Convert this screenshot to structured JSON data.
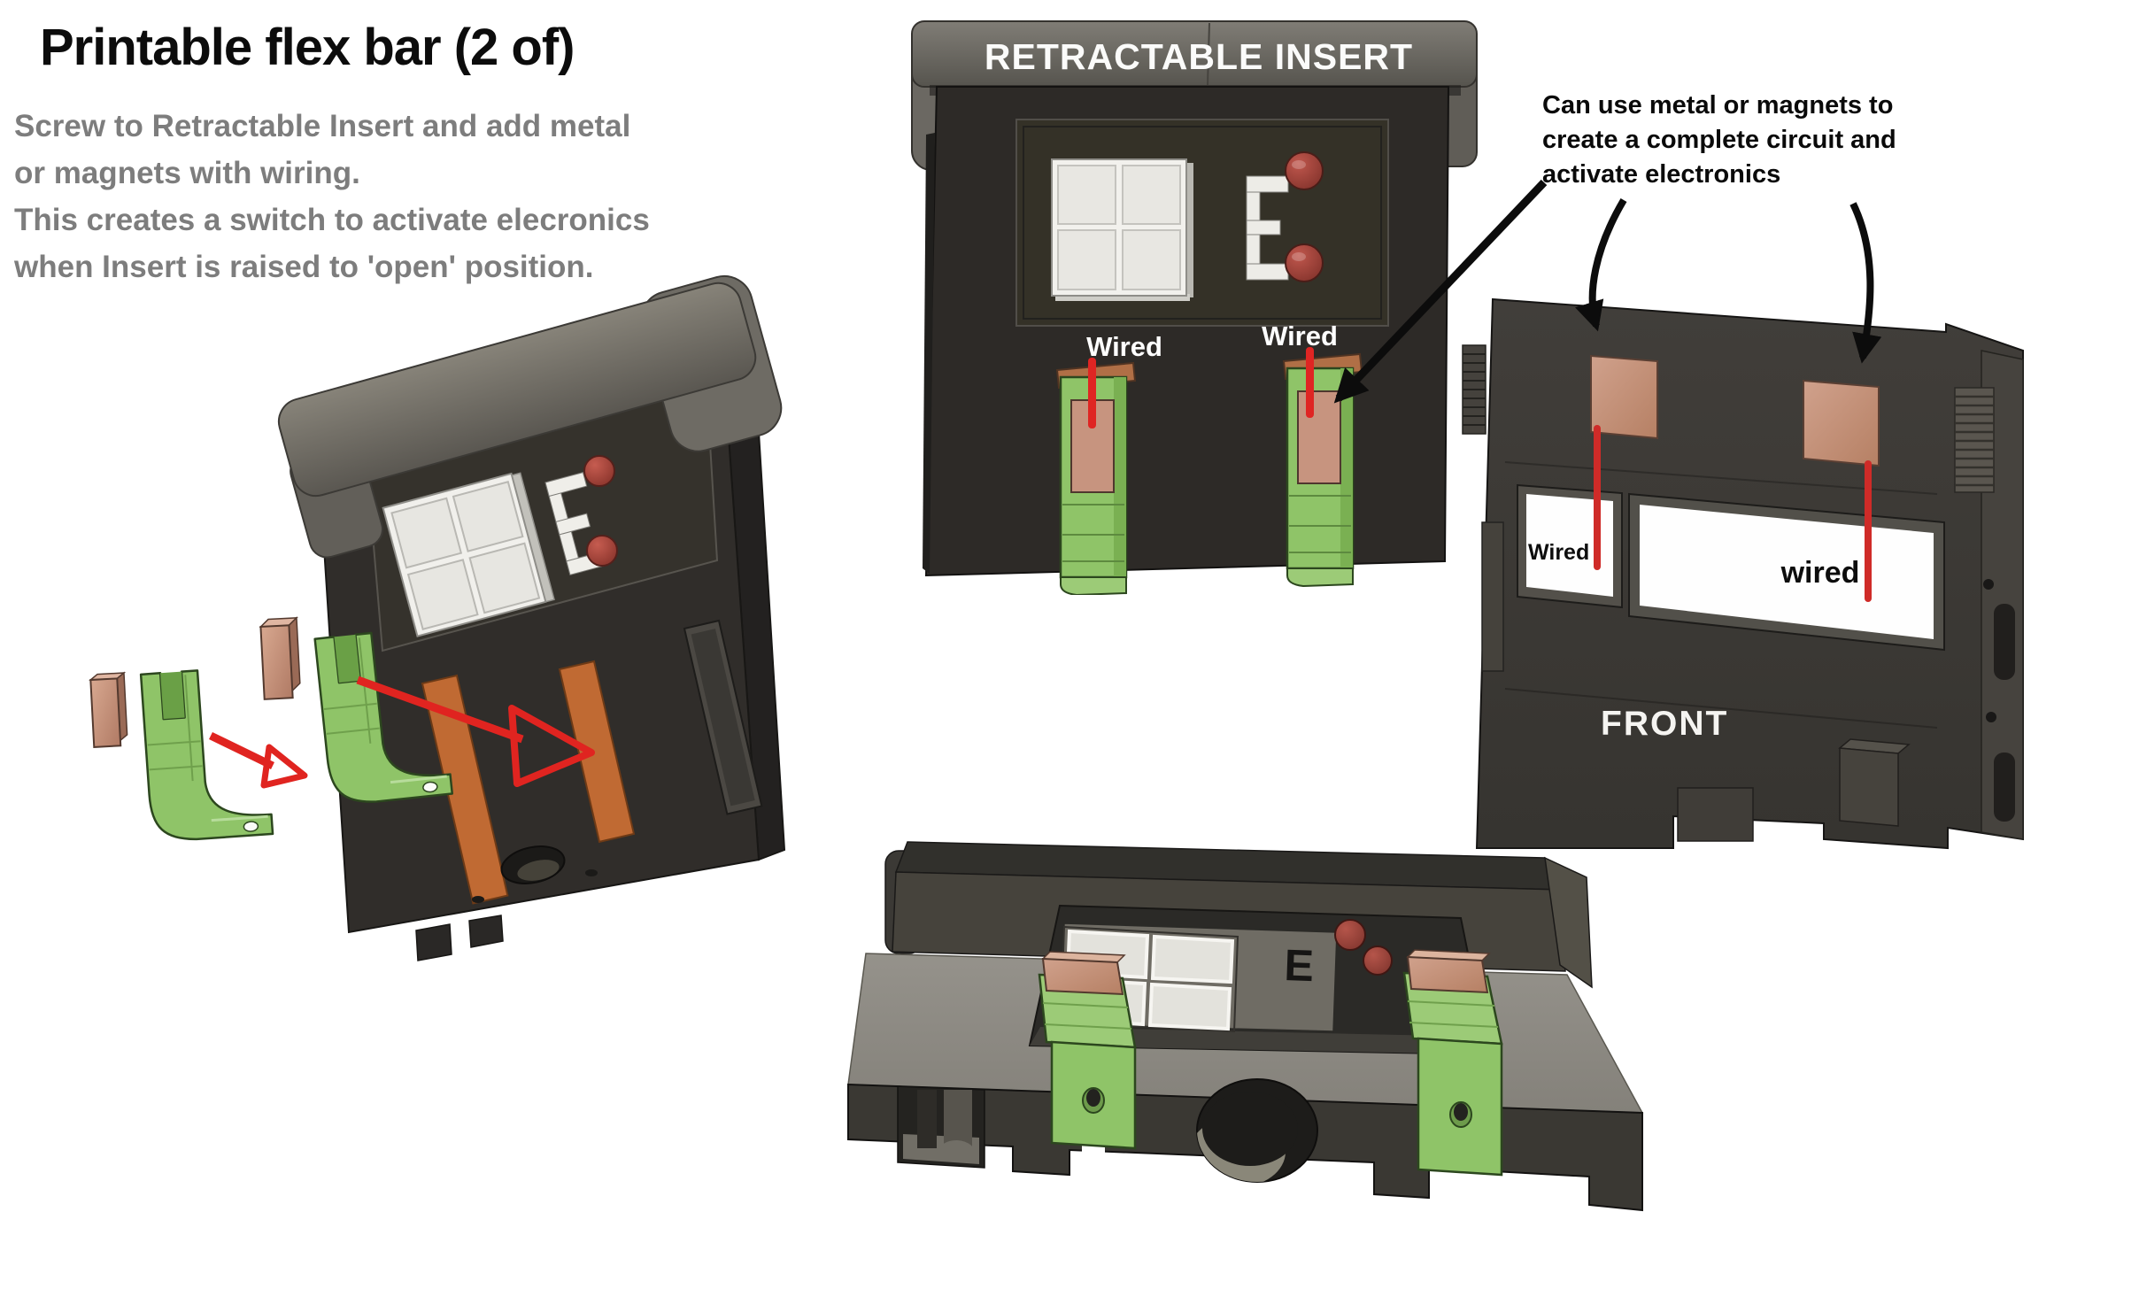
{
  "header": {
    "title": "Printable flex bar (2 of)",
    "subtitle_lines": [
      "Screw to Retractable Insert and add metal",
      "or magnets with wiring.",
      "This creates a switch to activate elecronics",
      "when Insert is raised to 'open' position."
    ]
  },
  "annotation": {
    "lines": [
      "Can use metal or magnets to",
      "create a complete circuit and",
      "activate electronics"
    ]
  },
  "labels": {
    "retractable_insert": "RETRACTABLE INSERT",
    "insert_wired_left": "Wired",
    "insert_wired_right": "Wired",
    "frame_wired_small": "Wired",
    "frame_wired_large": "wired",
    "front": "FRONT"
  },
  "palette": {
    "body_dark": "#2f2c29",
    "cap_gray": "#6e6b64",
    "top_face_gray": "#8f8c82",
    "flex_clip_green": "#8fc468",
    "copper_pad": "#c7947f",
    "orange_slot": "#c06a33",
    "arrow_red": "#e02420",
    "wire_red": "#d42724",
    "knob_red": "#9c4038",
    "subtitle_gray": "#7d7d7d",
    "annotation_black": "#0c0c0c",
    "label_white": "#ffffff"
  }
}
